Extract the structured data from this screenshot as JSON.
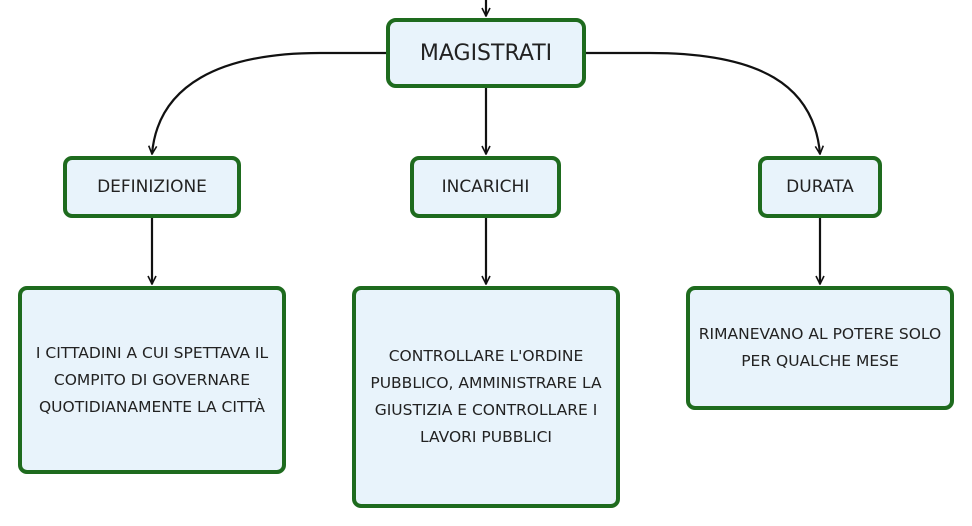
{
  "diagram": {
    "root": {
      "label": "MAGISTRATI"
    },
    "branches": [
      {
        "label": "DEFINIZIONE",
        "detail": "I CITTADINI A CUI SPETTAVA IL COMPITO DI GOVERNARE QUOTIDIANAMENTE LA CITTÀ"
      },
      {
        "label": "INCARICHI",
        "detail": "CONTROLLARE L'ORDINE PUBBLICO, AMMINISTRARE LA GIUSTIZIA E CONTROLLARE I LAVORI PUBBLICI"
      },
      {
        "label": "DURATA",
        "detail": "RIMANEVANO AL POTERE SOLO PER QUALCHE MESE"
      }
    ],
    "colors": {
      "node_fill": "#e8f3fb",
      "node_border": "#1e6b1e",
      "connector": "#111111",
      "text": "#222222"
    }
  }
}
